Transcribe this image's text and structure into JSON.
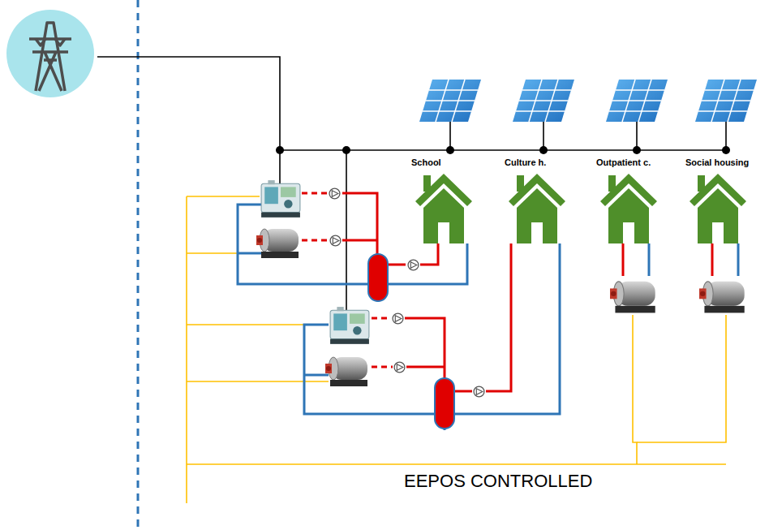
{
  "diagram": {
    "nodes": [
      {
        "text": [
          "School"
        ]
      },
      {
        "text": [
          "Culture h."
        ]
      },
      {
        "text": [
          "Outpatient c."
        ]
      },
      {
        "text": [
          "Social housing"
        ]
      }
    ],
    "labels": [
      "EEPOS CONTROLLED"
    ]
  }
}
